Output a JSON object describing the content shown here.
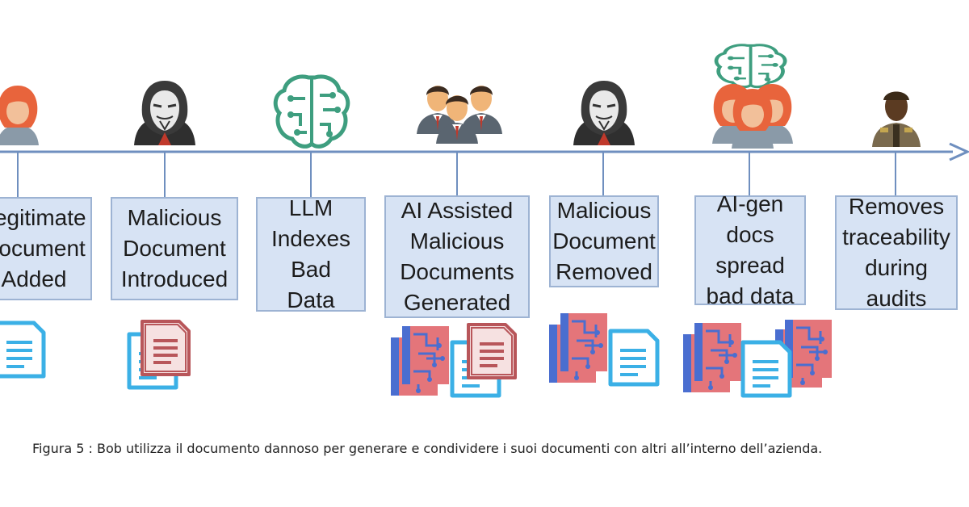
{
  "timeline": {
    "steps": [
      {
        "label": "Legitimate\nDocument\nAdded",
        "actor": "woman-icon",
        "artifact": "document-icon"
      },
      {
        "label": "Malicious\nDocument\nIntroduced",
        "actor": "hacker-icon",
        "artifact": "malicious-document-icon"
      },
      {
        "label": "LLM\nIndexes\nBad\nData",
        "actor": "ai-brain-icon",
        "artifact": ""
      },
      {
        "label": "AI Assisted\nMalicious\nDocuments\nGenerated",
        "actor": "team-icon",
        "artifact": "ai-documents-icon"
      },
      {
        "label": "Malicious\nDocument\nRemoved",
        "actor": "hacker-icon",
        "artifact": "ai-documents-icon"
      },
      {
        "label": "AI-gen\ndocs\nspread\nbad data",
        "actor": "group-with-ai-icon",
        "artifact": "ai-documents-icon"
      },
      {
        "label": "Removes\ntraceability\nduring\naudits",
        "actor": "security-guard-icon",
        "artifact": ""
      }
    ]
  },
  "caption": "Figura 5 : Bob utilizza il documento dannoso per generare e condividere i suoi documenti con altri all’interno dell’azienda.",
  "colors": {
    "timeline": "#6f8fbf",
    "box_fill": "#d7e3f4",
    "box_border": "#9db3d3",
    "doc_blue": "#3bb0e6",
    "doc_red": "#b8565a",
    "brain_green": "#3e9e7f",
    "hair_orange": "#e8643c"
  }
}
